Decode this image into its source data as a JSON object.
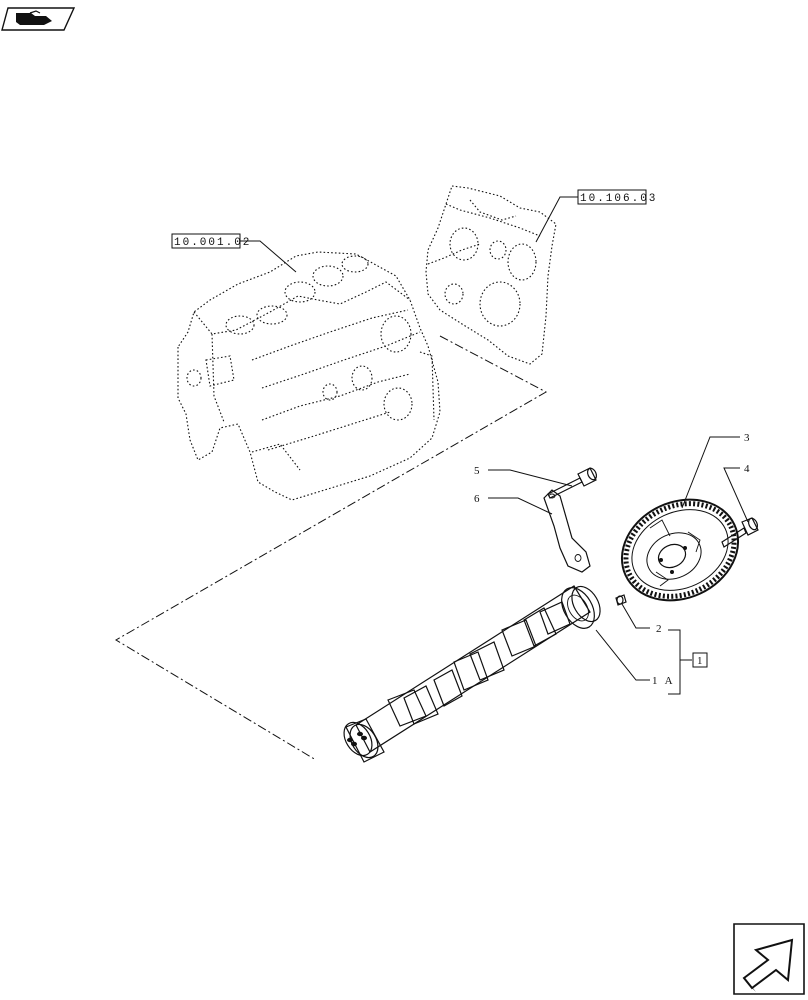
{
  "reference_boxes": [
    {
      "id": "block",
      "label": "10.001.02"
    },
    {
      "id": "cover",
      "label": "10.106.03"
    }
  ],
  "callouts": [
    {
      "id": "c3",
      "label": "3"
    },
    {
      "id": "c4",
      "label": "4"
    },
    {
      "id": "c5",
      "label": "5"
    },
    {
      "id": "c6",
      "label": "6"
    },
    {
      "id": "c2",
      "label": "2"
    },
    {
      "id": "c1a",
      "label": "1 A"
    },
    {
      "id": "c1",
      "label": "1"
    }
  ],
  "icons": {
    "top_left": "book-hand-icon",
    "bottom_right": "next-page-arrow-icon"
  }
}
